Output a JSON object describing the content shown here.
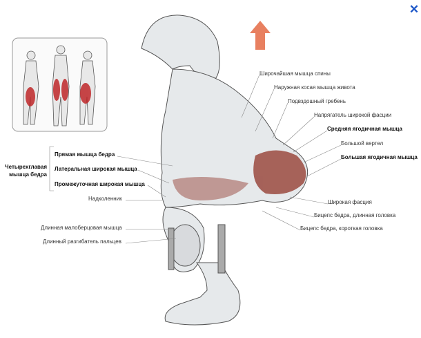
{
  "close_label": "✕",
  "labels_right": [
    "Широчайшая мышца спины",
    "Наружная косая мышца живота",
    "Подвздошный гребень",
    "Напрягатель широкой фасции",
    "Средняя ягодичная мышца",
    "Большой вертел",
    "Большая ягодичная мышца",
    "Широкая фасция",
    "Бицепс бедра, длинная головка",
    "Бицепс бедра, короткая головка"
  ],
  "labels_left": [
    "Прямая мышца бедра",
    "Латеральная широкая мышца",
    "Промежуточная широкая мышца",
    "Надколенник",
    "Длинная малоберцовая мышца",
    "Длинный разгибатель пальцев"
  ],
  "group_label": "Четырехглавая мышца бедра",
  "colors": {
    "muscle": "#9a4a40",
    "arrow": "#e88060",
    "close": "#1a55c8",
    "inset_muscle": "#c0282a"
  }
}
